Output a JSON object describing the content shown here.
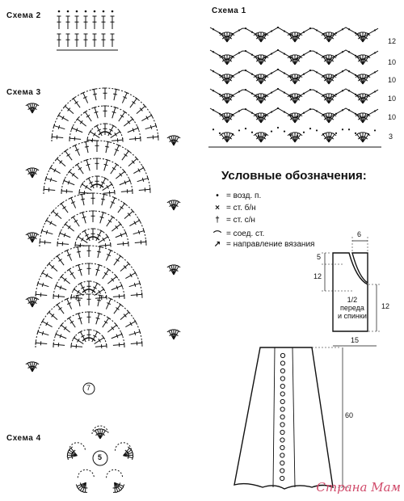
{
  "schemes": {
    "s1": "Схема 1",
    "s2": "Схема 2",
    "s3": "Схема 3",
    "s4": "Схема 4"
  },
  "scheme1_row_counts": [
    "12",
    "10",
    "10",
    "10",
    "10",
    "3"
  ],
  "scheme3_marker": "7",
  "scheme4_marker": "5",
  "legend": {
    "title": "Условные обозначения:",
    "items": [
      {
        "symbol": "•",
        "text": "= возд. п."
      },
      {
        "symbol": "×",
        "text": "= ст. б/н"
      },
      {
        "symbol": "†",
        "text": "= ст. с/н"
      },
      {
        "symbol": "⌒",
        "text": "= соед. ст."
      },
      {
        "symbol": "↗",
        "text": "= направление вязания"
      }
    ]
  },
  "pattern": {
    "dims_top": "6",
    "dims_left_small": "5",
    "dims_left": "12",
    "dims_right": "12",
    "dims_bottom": "15",
    "label_line1": "1/2",
    "label_line2": "переда",
    "label_line3": "и спинки",
    "skirt_length": "60"
  },
  "watermark": "Страна Мам"
}
